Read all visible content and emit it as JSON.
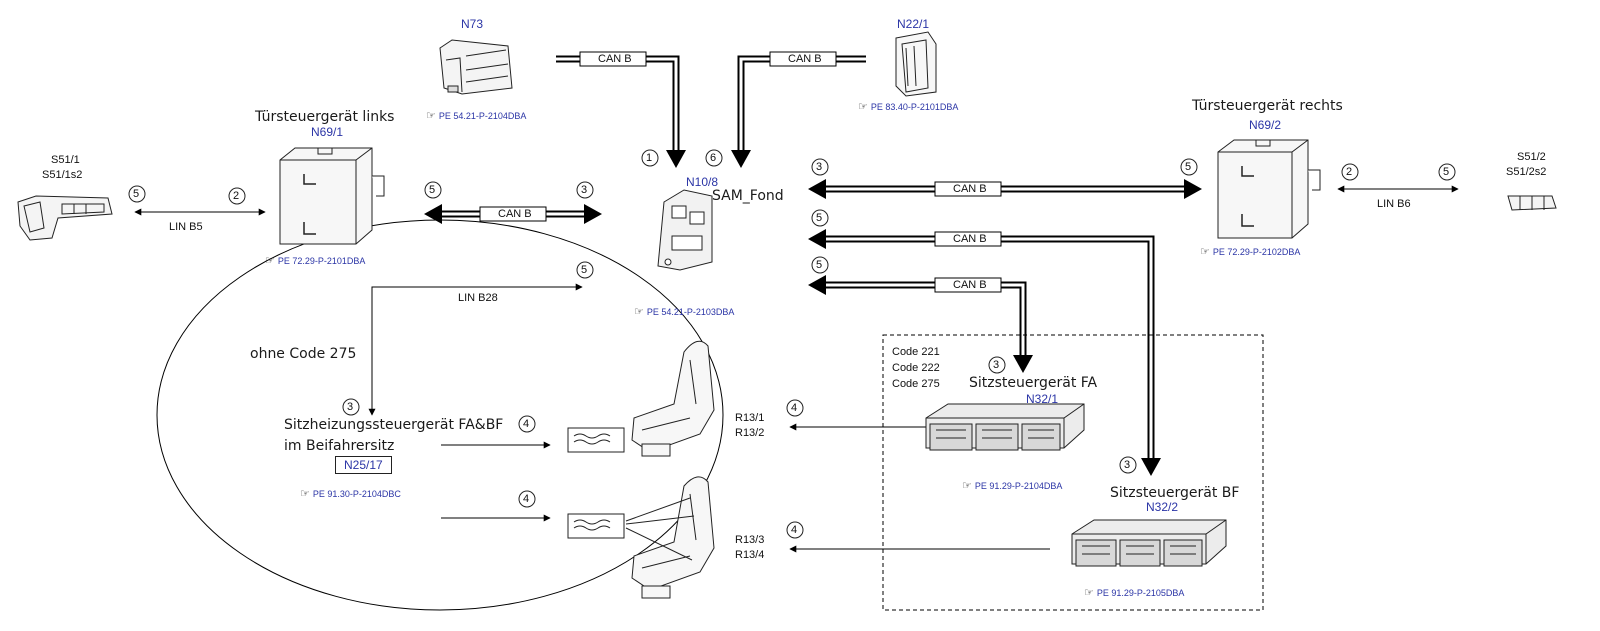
{
  "units": {
    "n73": {
      "id": "N73",
      "ref": "PE 54.21-P-2104DBA"
    },
    "n22": {
      "id": "N22/1",
      "ref": "PE 83.40-P-2101DBA"
    },
    "tsg_left": {
      "name": "Türsteuergerät links",
      "id": "N69/1",
      "ref": "PE 72.29-P-2101DBA"
    },
    "tsg_right": {
      "name": "Türsteuergerät rechts",
      "id": "N69/2",
      "ref": "PE 72.29-P-2102DBA"
    },
    "sam": {
      "id": "N10/8",
      "name": "SAM_Fond",
      "ref": "PE 54.21-P-2103DBA"
    },
    "s51_1": {
      "line1": "S51/1",
      "line2": "S51/1s2"
    },
    "s51_2": {
      "line1": "S51/2",
      "line2": "S51/2s2"
    },
    "sitz_fa": {
      "name": "Sitzsteuergerät FA",
      "id": "N32/1",
      "ref": "PE 91.29-P-2104DBA"
    },
    "sitz_bf": {
      "name": "Sitzsteuergerät BF",
      "id": "N32/2",
      "ref": "PE 91.29-P-2105DBA"
    },
    "heiz": {
      "line1": "Sitzheizungssteuergerät FA&BF",
      "line2": "im Beifahrersitz",
      "id": "N25/17",
      "ref": "PE 91.30-P-2104DBC"
    }
  },
  "buses": {
    "can_b": "CAN B",
    "lin_b5": "LIN B5",
    "lin_b6": "LIN B6",
    "lin_b28": "LIN B28"
  },
  "labels": {
    "ohne_code": "ohne Code 275",
    "codes": [
      "Code 221",
      "Code 222",
      "Code 275"
    ],
    "r13_12": [
      "R13/1",
      "R13/2"
    ],
    "r13_34": [
      "R13/3",
      "R13/4"
    ]
  },
  "markers": {
    "m1": "1",
    "m2": "2",
    "m3": "3",
    "m4": "4",
    "m5": "5",
    "m6": "6"
  }
}
